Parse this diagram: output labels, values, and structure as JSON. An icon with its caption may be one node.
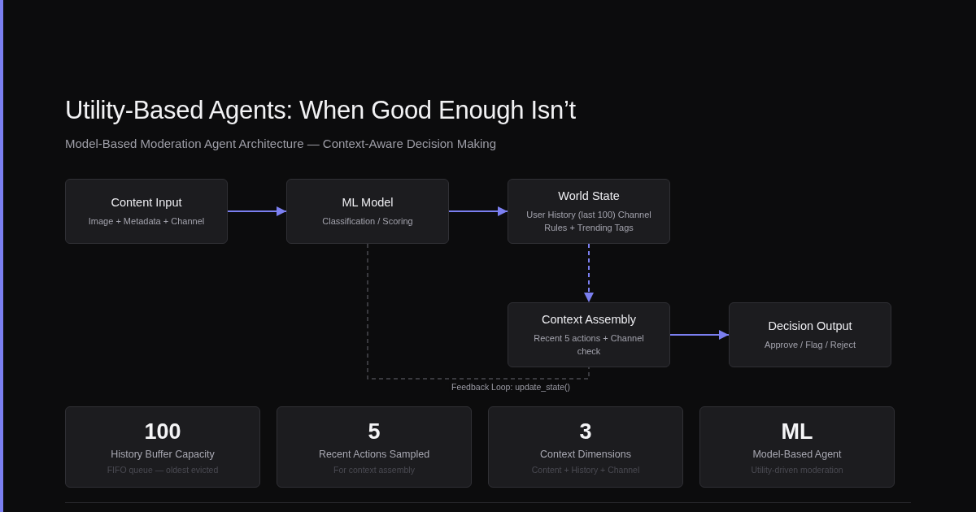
{
  "diagram": {
    "title": "Utility-Based Agents: When Good Enough Isn’t",
    "caption": "Model-Based Moderation Agent Architecture — Context-Aware Decision Making",
    "nodes": [
      {
        "text": [
          "Content Input",
          "Image + Metadata + Channel"
        ]
      },
      {
        "text": [
          "ML Model",
          "Classification / Scoring"
        ]
      },
      {
        "text": [
          "World State",
          "User History (last 100) Channel Rules + Trending Tags"
        ]
      },
      {
        "text": [
          "Context Assembly",
          "Recent 5 actions + Channel check"
        ]
      },
      {
        "text": [
          "Decision Output",
          "Approve / Flag / Reject"
        ]
      },
      {
        "text": [
          "100",
          "History Buffer Capacity",
          "FIFO queue — oldest evicted"
        ]
      },
      {
        "text": [
          "5",
          "Recent Actions Sampled",
          "For context assembly"
        ]
      },
      {
        "text": [
          "3",
          "Context Dimensions",
          "Content + History + Channel"
        ]
      },
      {
        "text": [
          "ML",
          "Model-Based Agent",
          "Utility-driven moderation"
        ]
      }
    ],
    "edges": [
      {
        "from": 0,
        "to": 1,
        "arrow": "to"
      },
      {
        "from": 1,
        "to": 2,
        "arrow": "to"
      },
      {
        "from": 2,
        "to": 3,
        "arrow": "to",
        "style": "dashed"
      },
      {
        "from": 3,
        "to": 4,
        "arrow": "to"
      },
      {
        "from": 1,
        "to": 3,
        "arrow": "none",
        "style": "dashed",
        "color": "#4a4a50",
        "label": "Feedback Loop: update_state()"
      }
    ]
  }
}
